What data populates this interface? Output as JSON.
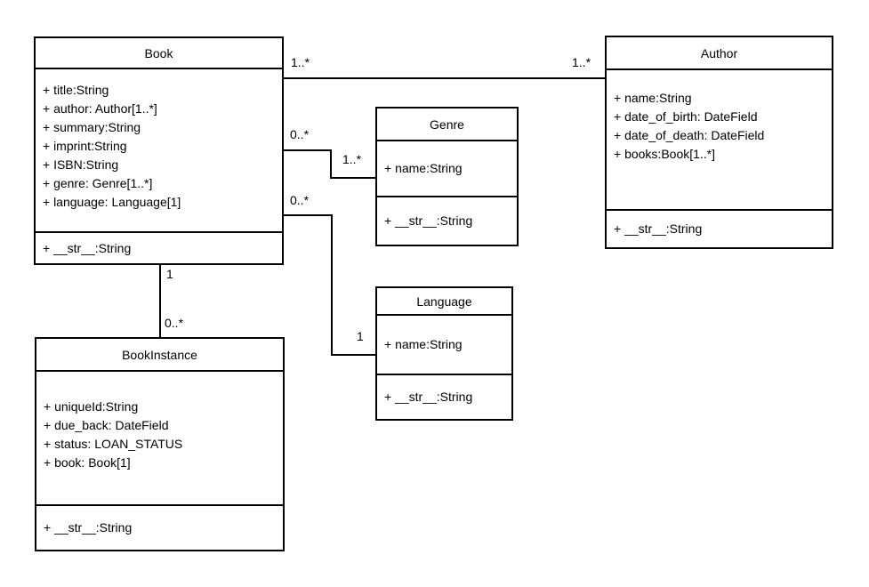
{
  "diagram": {
    "type": "uml-class-diagram",
    "colors": {
      "line": "#000000",
      "box_fill": "#ffffff",
      "background": "#ffffff",
      "text": "#000000"
    },
    "classes": [
      {
        "name": "Book",
        "attributes": [
          "+ title:String",
          "+ author: Author[1..*]",
          "+ summary:String",
          "+ imprint:String",
          "+ ISBN:String",
          "+ genre: Genre[1..*]",
          "+ language: Language[1]"
        ],
        "methods": [
          "+ __str__:String"
        ]
      },
      {
        "name": "Author",
        "attributes": [
          "+ name:String",
          "+ date_of_birth: DateField",
          "+ date_of_death: DateField",
          "+ books:Book[1..*]"
        ],
        "methods": [
          "+ __str__:String"
        ]
      },
      {
        "name": "Genre",
        "attributes": [
          "+ name:String"
        ],
        "methods": [
          "+ __str__:String"
        ]
      },
      {
        "name": "Language",
        "attributes": [
          "+ name:String"
        ],
        "methods": [
          "+ __str__:String"
        ]
      },
      {
        "name": "BookInstance",
        "attributes": [
          "+ uniqueId:String",
          "+ due_back: DateField",
          "+ status: LOAN_STATUS",
          "+ book: Book[1]"
        ],
        "methods": [
          "+ __str__:String"
        ]
      }
    ],
    "associations": [
      {
        "from": "Book",
        "to": "Author",
        "from_multiplicity": "1..*",
        "to_multiplicity": "1..*"
      },
      {
        "from": "Book",
        "to": "Genre",
        "from_multiplicity": "0..*",
        "to_multiplicity": "1..*"
      },
      {
        "from": "Book",
        "to": "Language",
        "from_multiplicity": "0..*",
        "to_multiplicity": "1"
      },
      {
        "from": "Book",
        "to": "BookInstance",
        "from_multiplicity": "1",
        "to_multiplicity": "0..*"
      }
    ]
  }
}
